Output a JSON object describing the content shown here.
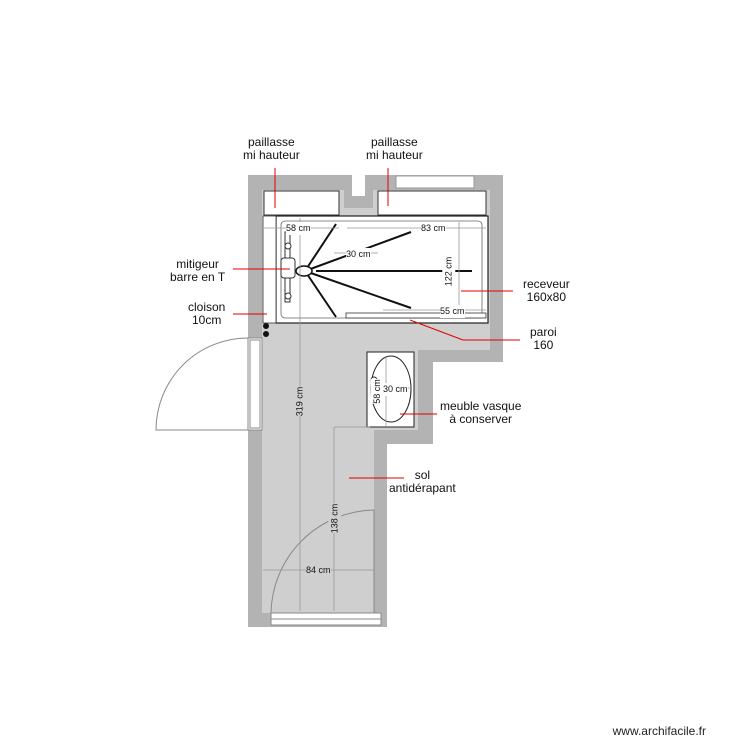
{
  "labels": {
    "paillasse_left": "paillasse\nmi hauteur",
    "paillasse_right": "paillasse\nmi hauteur",
    "mitigeur": "mitigeur\nbarre en T",
    "cloison": "cloison\n10cm",
    "receveur": "receveur\n160x80",
    "paroi": "paroi\n160",
    "meuble": "meuble vasque\nà conserver",
    "sol": "sol\nantidérapant"
  },
  "dimensions": {
    "d58_top": "58 cm",
    "d83": "83 cm",
    "d30": "30 cm",
    "d122": "122 cm",
    "d55": "55 cm",
    "d319": "319 cm",
    "d58_vasque": "58 cm",
    "d30_vasque": "30 cm",
    "d138": "138 cm",
    "d84": "84 cm"
  },
  "watermark": "www.archifacile.fr",
  "colors": {
    "wall": "#b3b3b3",
    "floor": "#cfcfcf",
    "annotation": "#e00000",
    "dim": "#999999"
  }
}
